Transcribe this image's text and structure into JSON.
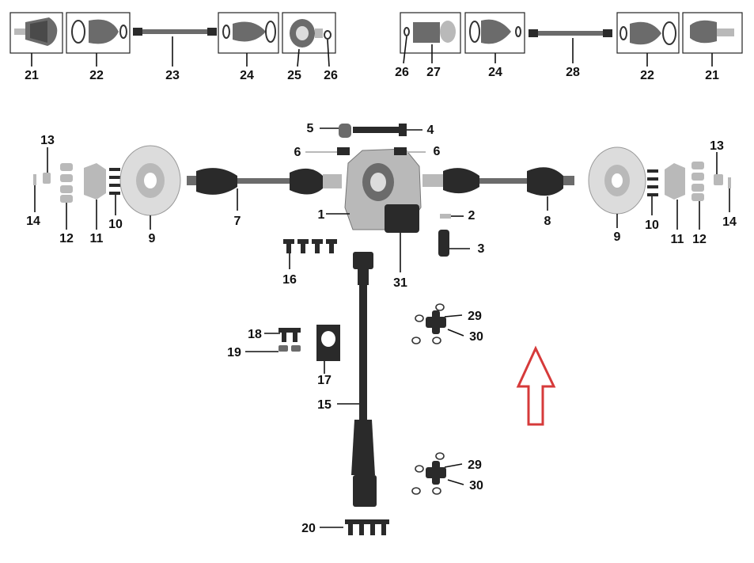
{
  "labels": {
    "l1": "1",
    "l2": "2",
    "l3": "3",
    "l4": "4",
    "l5": "5",
    "l6a": "6",
    "l6b": "6",
    "l7": "7",
    "l8": "8",
    "l9a": "9",
    "l9b": "9",
    "l10a": "10",
    "l10b": "10",
    "l11a": "11",
    "l11b": "11",
    "l12a": "12",
    "l12b": "12",
    "l13a": "13",
    "l13b": "13",
    "l14a": "14",
    "l14b": "14",
    "l15": "15",
    "l16": "16",
    "l17": "17",
    "l18": "18",
    "l19": "19",
    "l20": "20",
    "l21a": "21",
    "l21b": "21",
    "l22a": "22",
    "l22b": "22",
    "l23": "23",
    "l24a": "24",
    "l24b": "24",
    "l25": "25",
    "l26a": "26",
    "l26b": "26",
    "l27": "27",
    "l28": "28",
    "l29a": "29",
    "l29b": "29",
    "l30a": "30",
    "l30b": "30",
    "l31": "31"
  },
  "colors": {
    "arrow": "#d63a3a",
    "line": "#111111",
    "part": "#2a2a2a"
  },
  "icons": {
    "direction": "up-arrow-icon"
  }
}
